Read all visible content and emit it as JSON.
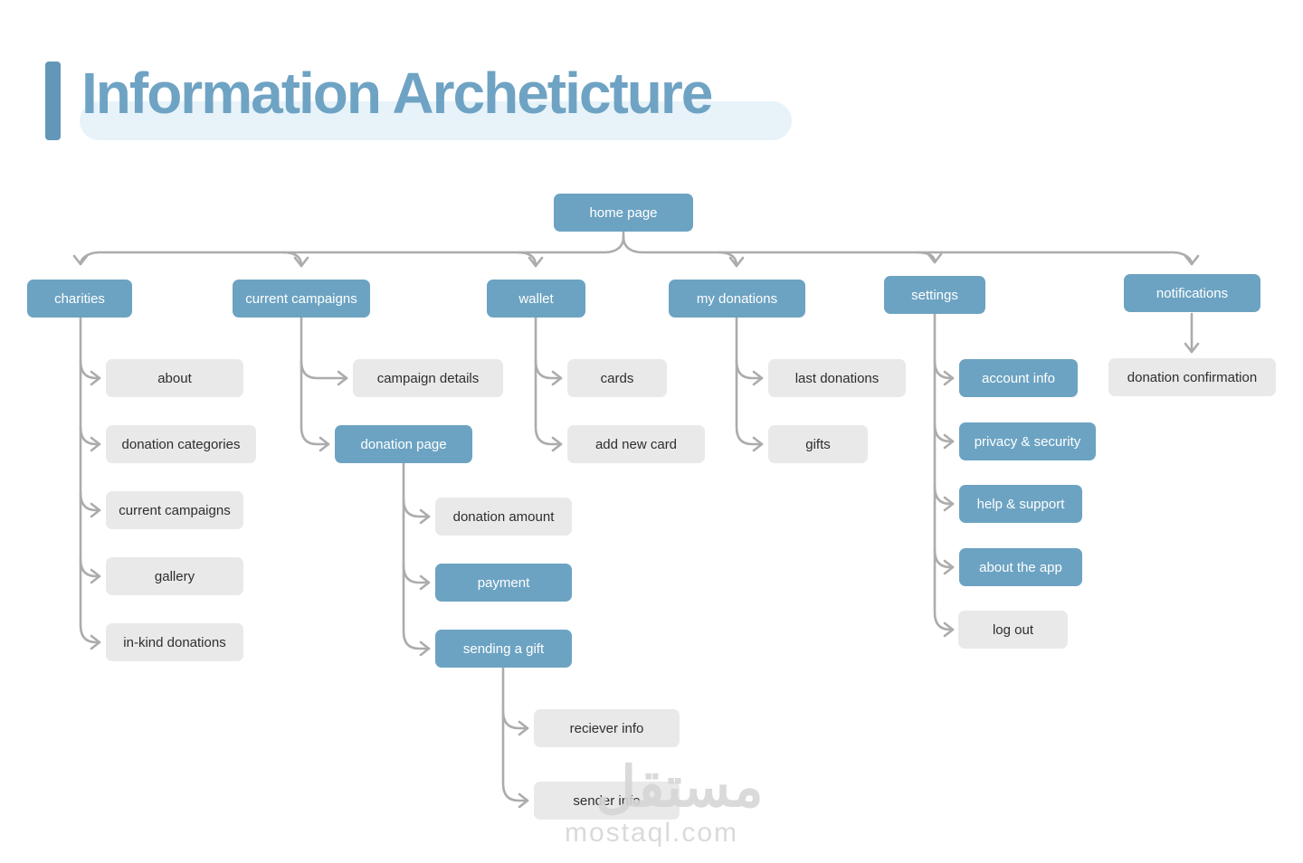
{
  "title": "Information Archeticture",
  "watermark": {
    "logo_text": "مستقل",
    "domain": "mostaql.com"
  },
  "colors": {
    "primary_node": "#6ca3c2",
    "secondary_node": "#e9e9e9",
    "connector": "#acacac",
    "title_text": "#6fa3c4",
    "title_bar": "#6297b9",
    "title_highlight": "#e7f3f9",
    "watermark": "#d6d6d6"
  },
  "tree": {
    "label": "home page",
    "children": [
      {
        "label": "charities",
        "children": [
          {
            "label": "about"
          },
          {
            "label": "donation categories"
          },
          {
            "label": "current campaigns"
          },
          {
            "label": "gallery"
          },
          {
            "label": "in-kind donations"
          }
        ]
      },
      {
        "label": "current campaigns",
        "children": [
          {
            "label": "campaign details"
          },
          {
            "label": "donation page",
            "children": [
              {
                "label": "donation amount"
              },
              {
                "label": "payment"
              },
              {
                "label": "sending a gift",
                "children": [
                  {
                    "label": "reciever info"
                  },
                  {
                    "label": "sender info"
                  }
                ]
              }
            ]
          }
        ]
      },
      {
        "label": "wallet",
        "children": [
          {
            "label": "cards"
          },
          {
            "label": "add new card"
          }
        ]
      },
      {
        "label": "my donations",
        "children": [
          {
            "label": "last donations"
          },
          {
            "label": "gifts"
          }
        ]
      },
      {
        "label": "settings",
        "children": [
          {
            "label": "account info"
          },
          {
            "label": "privacy & security"
          },
          {
            "label": "help & support"
          },
          {
            "label": "about the app"
          },
          {
            "label": "log out"
          }
        ]
      },
      {
        "label": "notifications",
        "children": [
          {
            "label": "donation confirmation"
          }
        ]
      }
    ]
  }
}
